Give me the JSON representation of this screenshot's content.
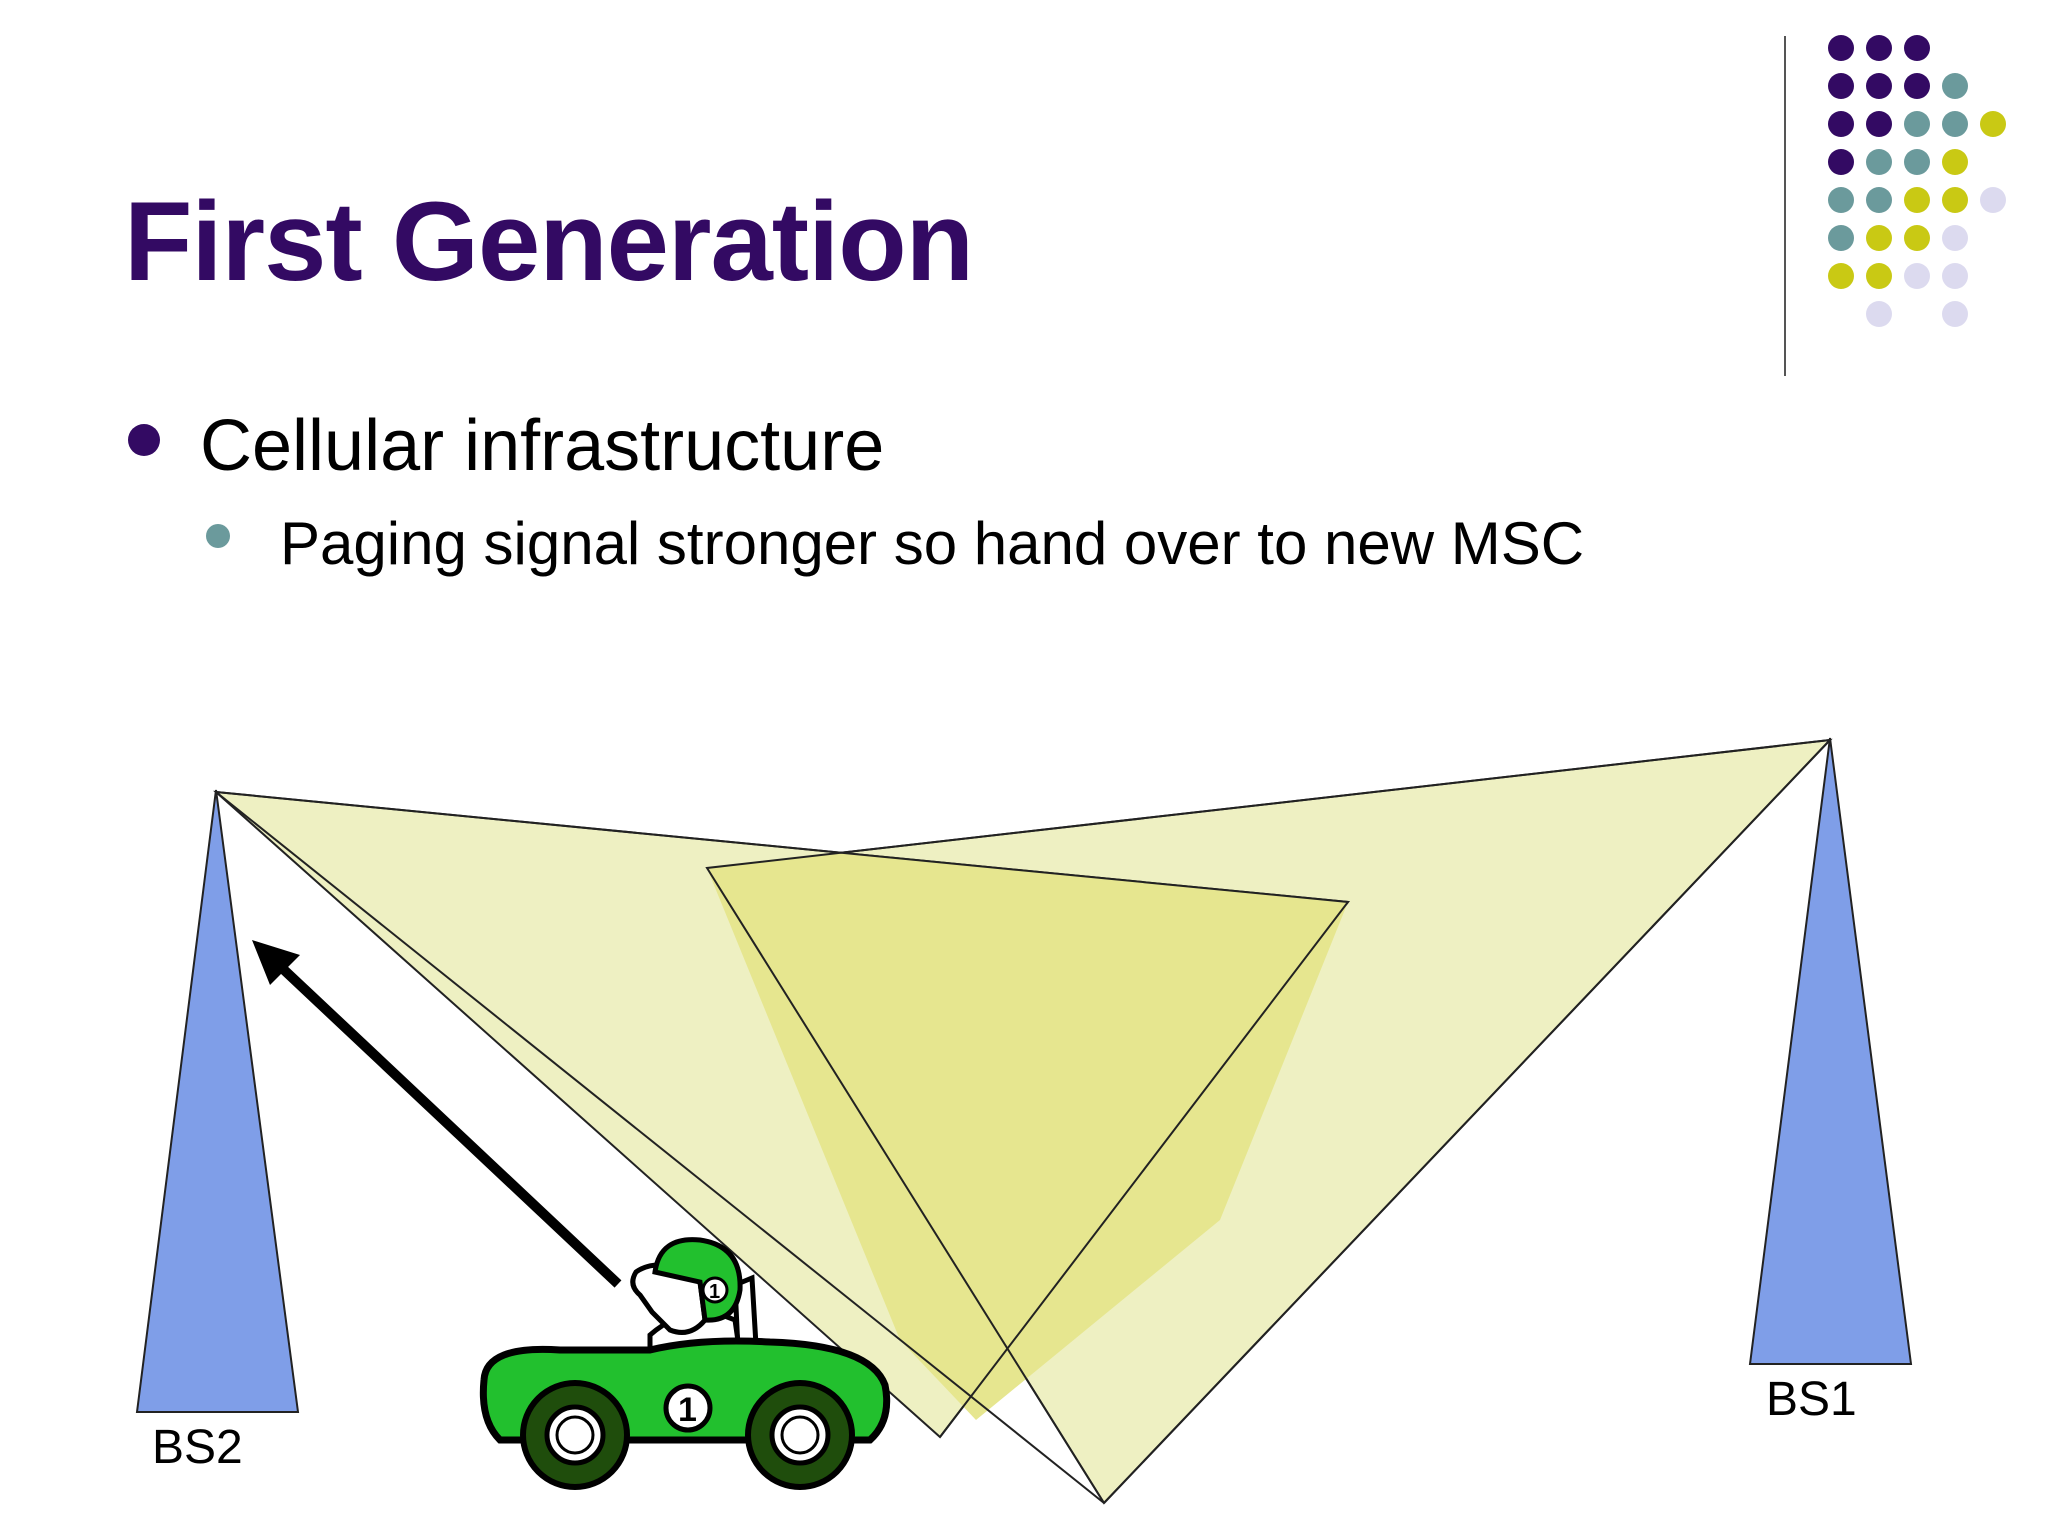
{
  "slide": {
    "title": "First Generation",
    "bullets": [
      {
        "text": "Cellular infrastructure",
        "level": 1
      },
      {
        "text": "Paging signal stronger so hand over to new MSC",
        "level": 2
      }
    ]
  },
  "diagram": {
    "stations": [
      {
        "label": "BS2"
      },
      {
        "label": "BS1"
      }
    ],
    "car_number": "1"
  },
  "colors": {
    "title": "#330a63",
    "tower": "#7f9ee8",
    "coverage": "#eef0c2",
    "coverage_overlap": "#e6e68f",
    "car_body": "#22c02e",
    "dot_purple": "#330a63",
    "dot_teal": "#6b9a9c",
    "dot_yellow": "#c9c914",
    "dot_lavender": "#dcdaef"
  }
}
